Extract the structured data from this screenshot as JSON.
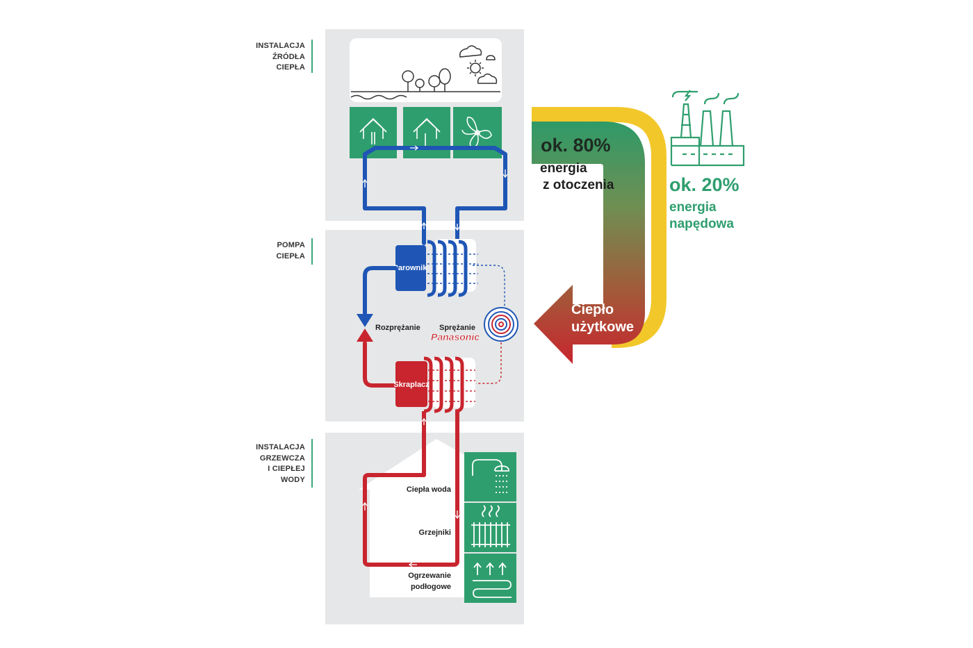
{
  "sections": {
    "source": [
      "INSTALACJA",
      "ŹRÓDŁA",
      "CIEPŁA"
    ],
    "pump": [
      "POMPA",
      "CIEPŁA"
    ],
    "heating": [
      "INSTALACJA",
      "GRZEWCZA",
      "I CIEPŁEJ",
      "WODY"
    ]
  },
  "components": {
    "evaporator": "Parownik",
    "condenser": "Skraplacz",
    "expansion": "Rozprężanie",
    "compression": "Sprężanie",
    "brand": "Panasonic"
  },
  "outputs": {
    "hot_water": "Ciepła woda",
    "radiators": "Grzejniki",
    "floor_heating": [
      "Ogrzewanie",
      "podłogowe"
    ]
  },
  "energy": {
    "ambient_pct": "ok. 80%",
    "ambient_label": [
      "energia",
      "z otoczenia"
    ],
    "drive_pct": "ok. 20%",
    "drive_label": [
      "energia",
      "napędowa"
    ],
    "useful_heat": [
      "Ciepło",
      "użytkowe"
    ]
  },
  "colors": {
    "green": "#2f9e6e",
    "blue": "#1f56b5",
    "red": "#c8252e",
    "yellow": "#f2c72a",
    "panel_gray": "#e6e7e8"
  }
}
